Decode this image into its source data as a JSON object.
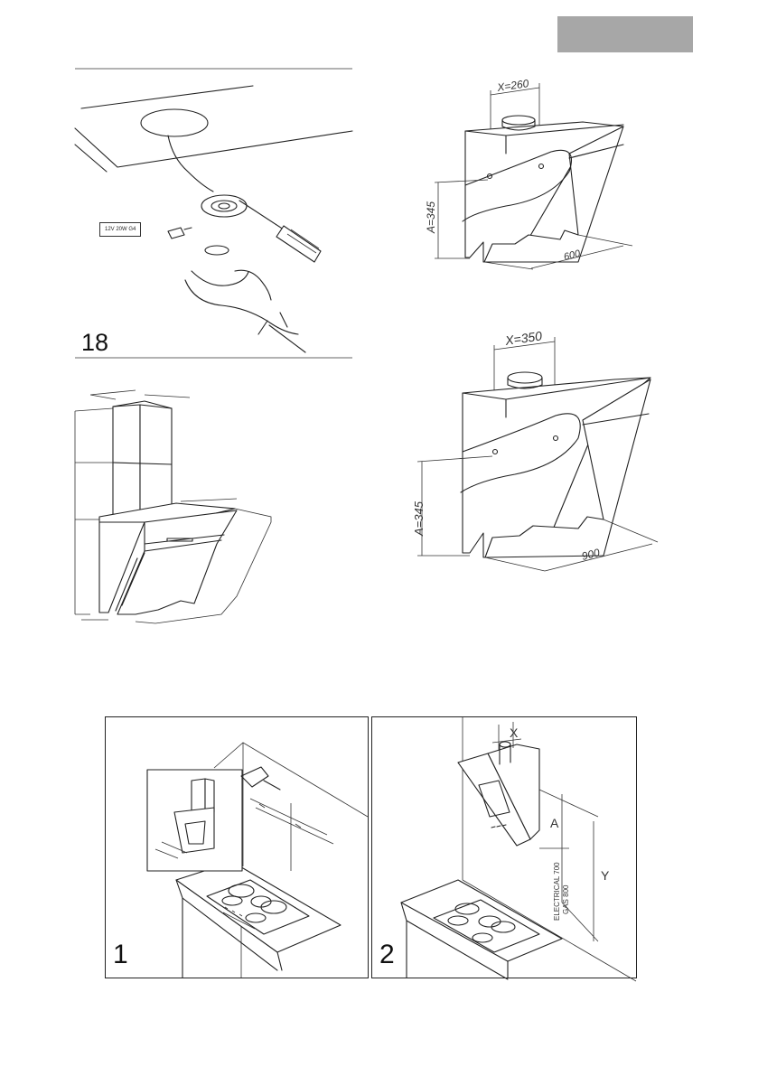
{
  "page_tag_color": "#a7a7a7",
  "fig18": {
    "number": "18",
    "bulb_label": "12V  20W  G4"
  },
  "dim_600": {
    "x_label": "X=260",
    "a_label": "A=345",
    "width_label": "600"
  },
  "dim_900": {
    "x_label": "X=350",
    "a_label": "A=345",
    "width_label": "900"
  },
  "step1": {
    "number": "1"
  },
  "step2": {
    "number": "2",
    "x_label": "X",
    "a_label": "A",
    "y_label": "Y",
    "electrical_label": "ELECTRICAL 700",
    "gas_label": "GAS 800"
  }
}
